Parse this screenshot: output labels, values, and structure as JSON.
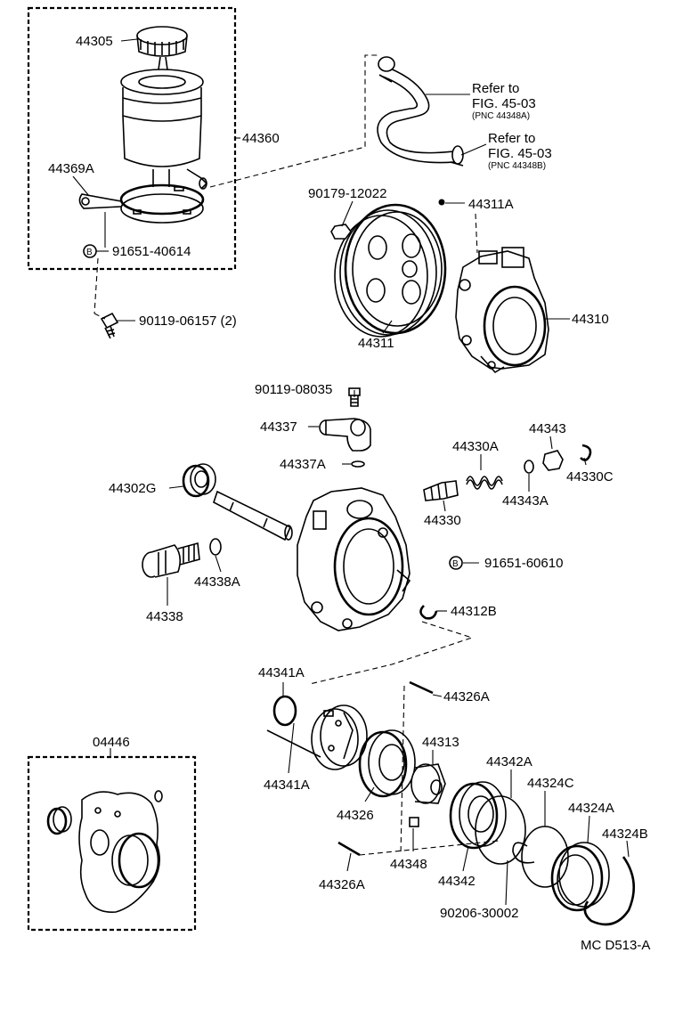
{
  "labels": {
    "p44305": "44305",
    "p44360": "44360",
    "p44369A": "44369A",
    "p91651_40614": "91651-40614",
    "p90119_06157": "90119-06157 (2)",
    "refer1_title": "Refer to",
    "refer1_fig": "FIG. 45-03",
    "refer1_pnc": "(PNC 44348A)",
    "refer2_title": "Refer to",
    "refer2_fig": "FIG. 45-03",
    "refer2_pnc": "(PNC 44348B)",
    "p90179_12022": "90179-12022",
    "p44311A": "44311A",
    "p44311": "44311",
    "p44310": "44310",
    "p90119_08035": "90119-08035",
    "p44337": "44337",
    "p44337A": "44337A",
    "p44330A": "44330A",
    "p44343": "44343",
    "p44330C": "44330C",
    "p44330": "44330",
    "p44343A": "44343A",
    "p44302G": "44302G",
    "p91651_60610": "91651-60610",
    "p44338A": "44338A",
    "p44338": "44338",
    "p44312B": "44312B",
    "p44341A_top": "44341A",
    "p44326A_top": "44326A",
    "p04446": "04446",
    "p44313": "44313",
    "p44341A_bot": "44341A",
    "p44342A": "44342A",
    "p44324C": "44324C",
    "p44326": "44326",
    "p44324A": "44324A",
    "p44324B": "44324B",
    "p44348": "44348",
    "p44342": "44342",
    "p44326A_bot": "44326A",
    "p90206_30002": "90206-30002",
    "mc_code": "MC  D513-A"
  },
  "markers": {
    "b1": "B",
    "b2": "B"
  }
}
